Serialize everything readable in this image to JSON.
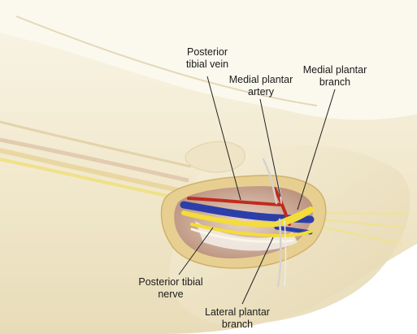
{
  "labels": {
    "posterior_tibial_vein": [
      "Posterior",
      "tibial vein"
    ],
    "medial_plantar_artery": [
      "Medial plantar",
      "artery"
    ],
    "medial_plantar_branch": [
      "Medial plantar",
      "branch"
    ],
    "posterior_tibial_nerve": [
      "Posterior tibial",
      "nerve"
    ],
    "lateral_plantar_branch": [
      "Lateral plantar",
      "branch"
    ]
  },
  "colors": {
    "skin": "#f4edd6",
    "skin_shadow": "#e6dab6",
    "fat": "#e9d49a",
    "nerve": "#f2dd3a",
    "vein": "#2c3fa8",
    "artery": "#c22a1e",
    "leader": "#222222"
  }
}
